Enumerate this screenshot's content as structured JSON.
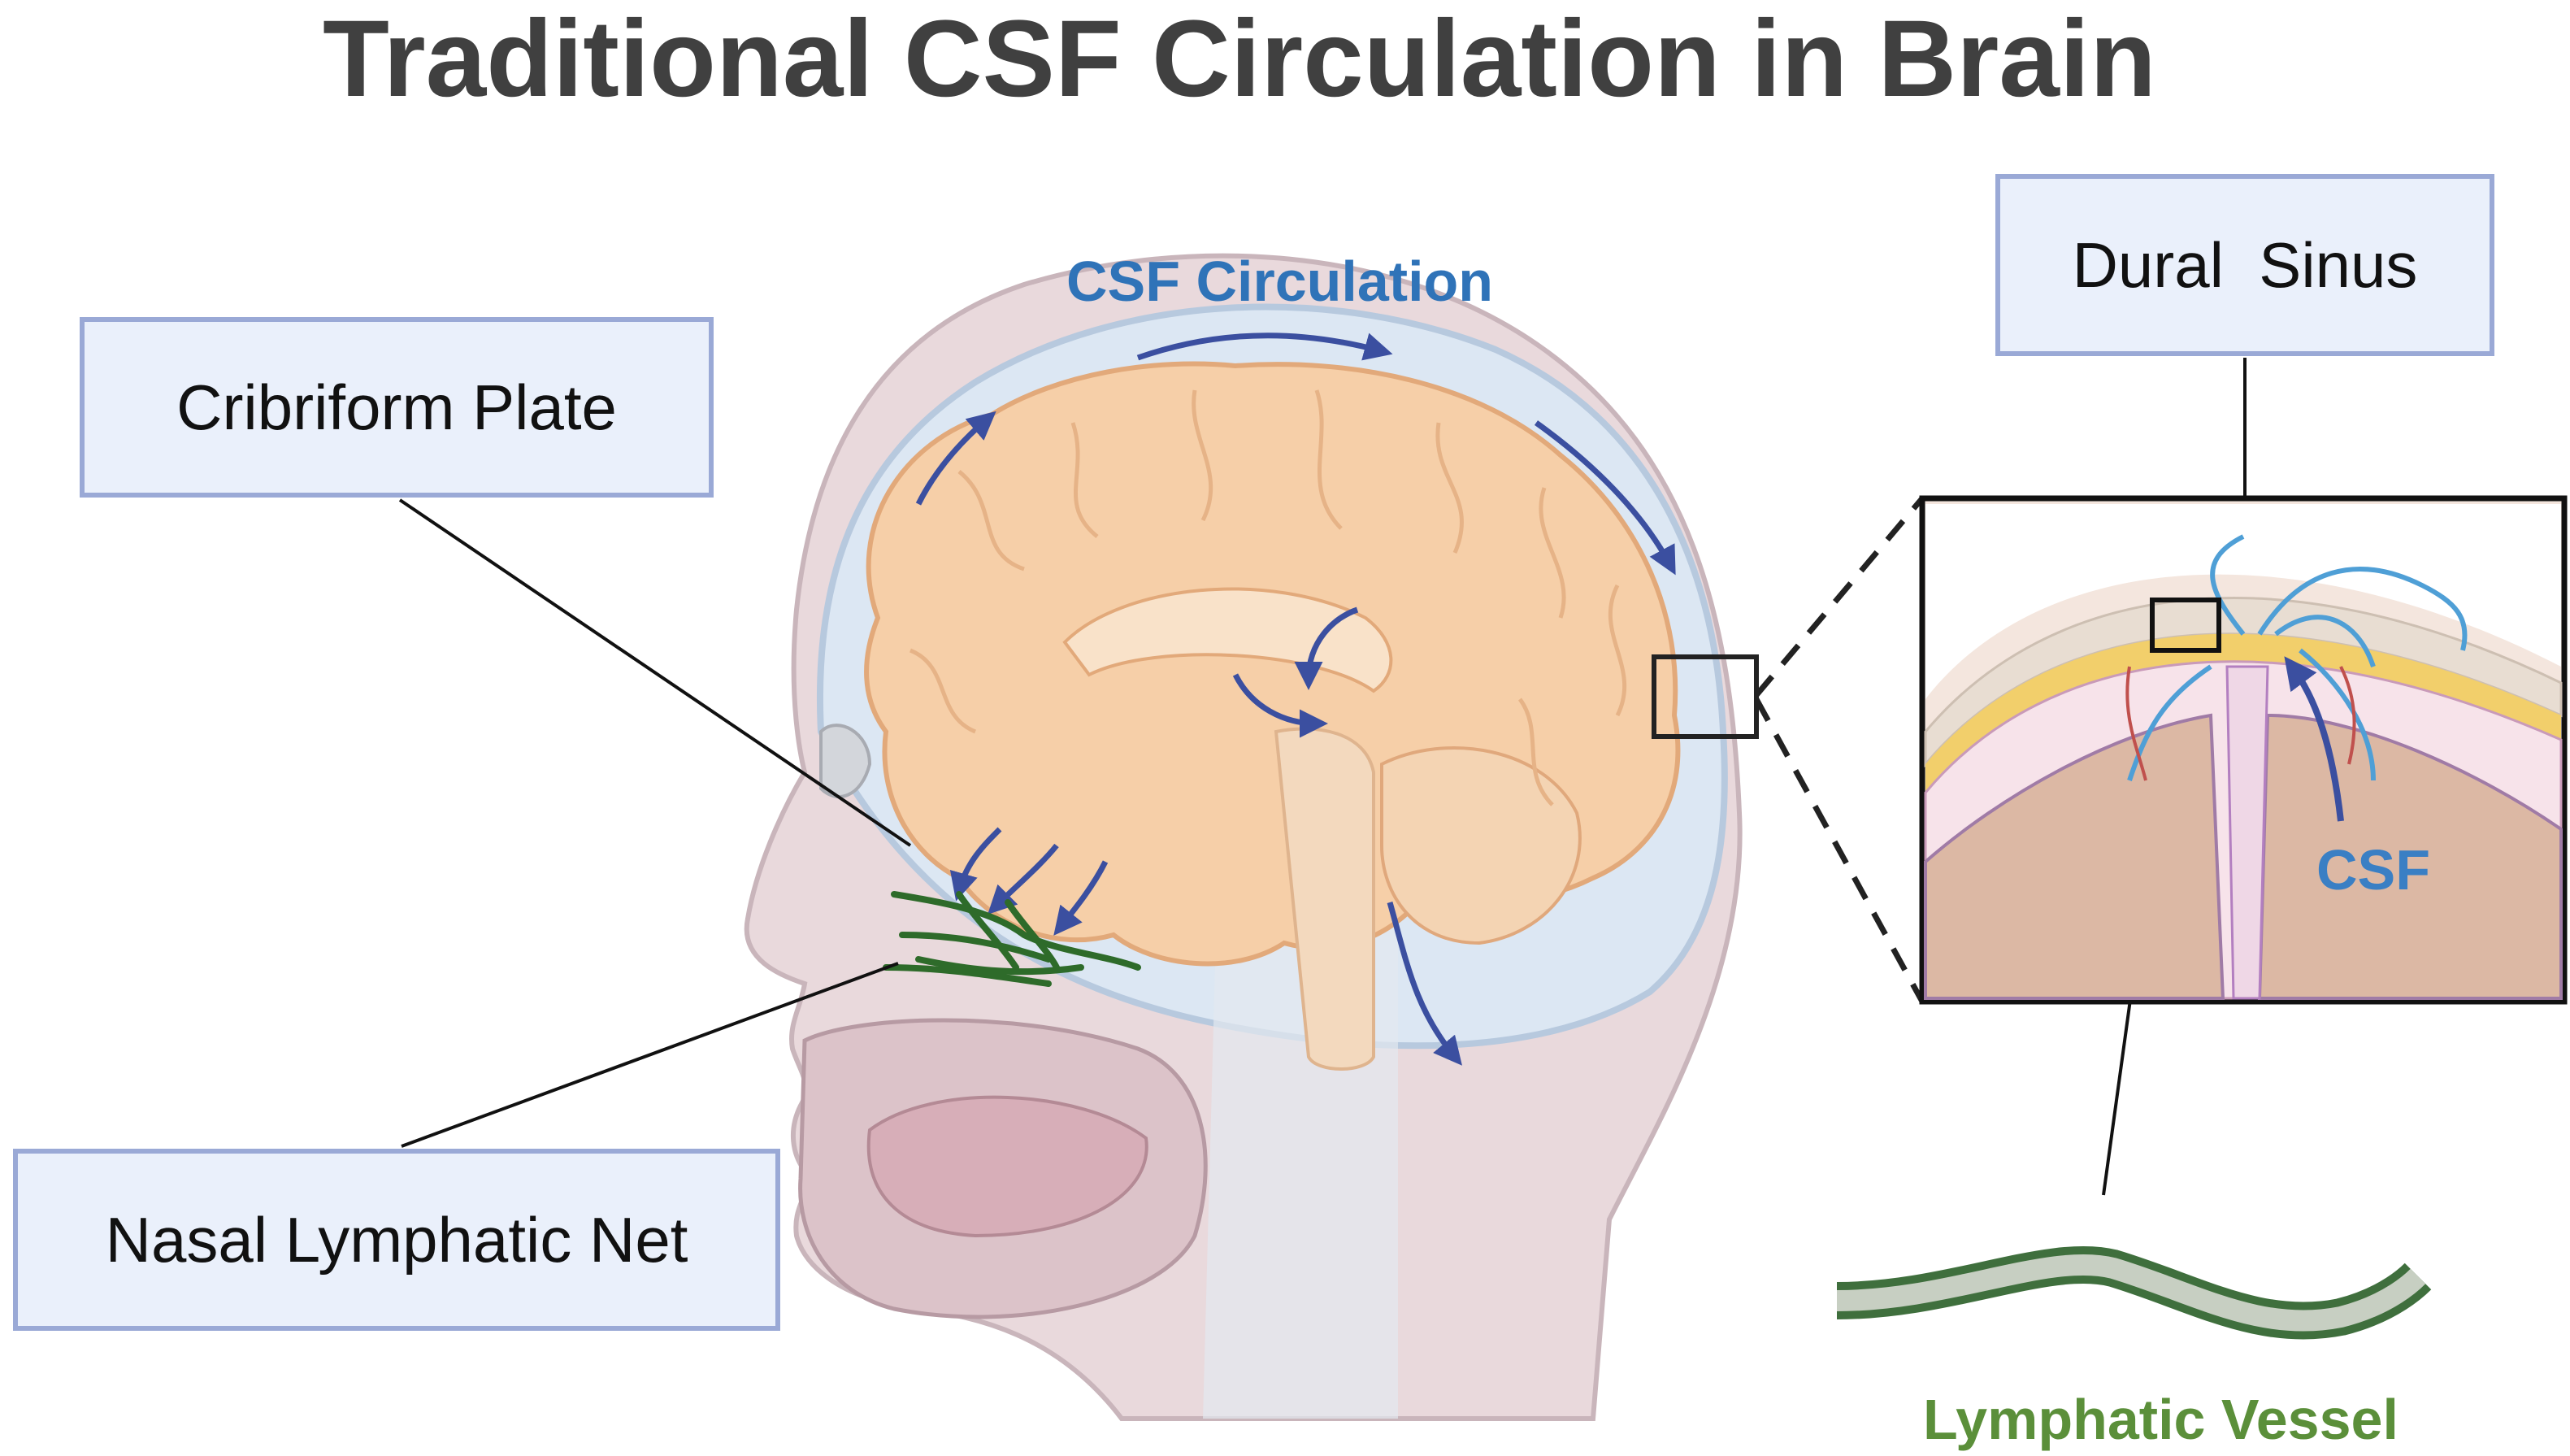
{
  "title": "Traditional CSF Circulation in Brain",
  "labels": {
    "cribriform_plate": "Cribriform Plate",
    "nasal_lymphatic_net": "Nasal Lymphatic Net",
    "dural_sinus": "Dural  Sinus",
    "csf_circulation": "CSF Circulation",
    "csf": "CSF",
    "lymphatic_vessel": "Lymphatic Vessel"
  },
  "colors": {
    "title": "#404040",
    "label_box_fill": "#eaf0fb",
    "label_box_border": "#9aa9d6",
    "csf_blue": "#2f73b8",
    "arrow": "#3b4fa0",
    "brain": "#f6cfa8",
    "head_skin": "#e9d9dc",
    "skull_fluid": "#dce7f3",
    "lymphatic_green": "#2e6b2a",
    "lymphatic_label": "#5b8f3a"
  }
}
